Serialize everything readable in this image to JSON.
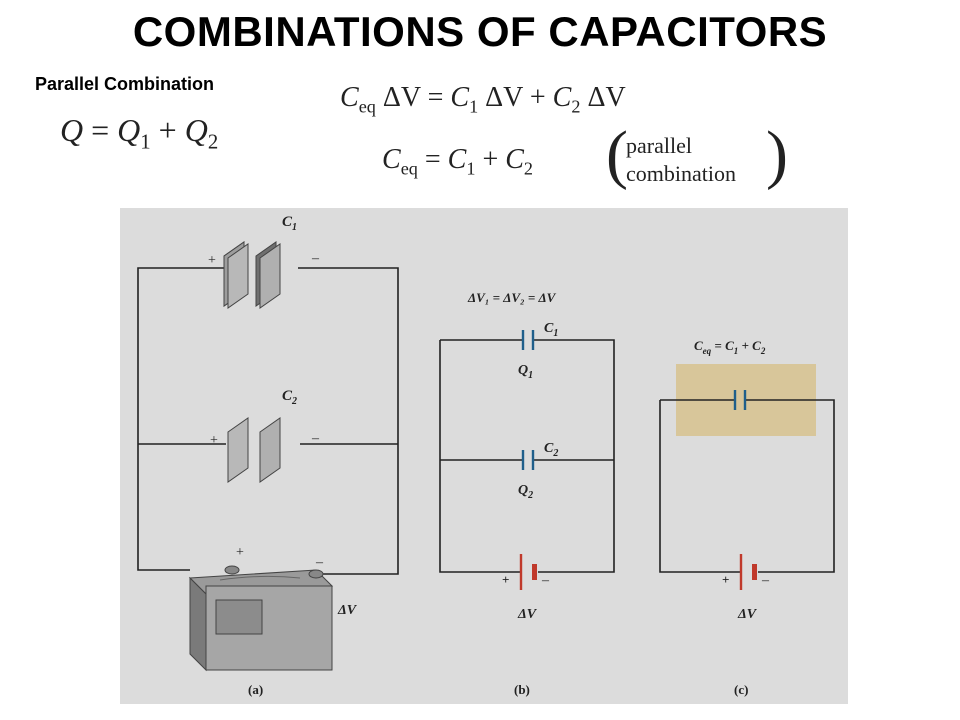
{
  "title": "COMBINATIONS OF CAPACITORS",
  "subtitle": "Parallel Combination",
  "equations": {
    "charge": {
      "lhs": "Q",
      "eq": " = ",
      "q1": "Q",
      "q1sub": "1",
      "plus": " + ",
      "q2": "Q",
      "q2sub": "2"
    },
    "voltage": {
      "ceq": "C",
      "ceqsub": "eq",
      "dv1": " ΔV = ",
      "c1": "C",
      "c1sub": "1",
      "dv2": " ΔV + ",
      "c2": "C",
      "c2sub": "2",
      "dv3": " ΔV"
    },
    "ceq": {
      "ceq": "C",
      "ceqsub": "eq",
      "eq": " = ",
      "c1": "C",
      "c1sub": "1",
      "plus": " + ",
      "c2": "C",
      "c2sub": "2"
    },
    "note_line1": "parallel",
    "note_line2": "combination"
  },
  "figure": {
    "panel_a": {
      "c1_label": "C",
      "c1_sub": "1",
      "c2_label": "C",
      "c2_sub": "2",
      "plus": "+",
      "minus": "–",
      "dv": "ΔV",
      "caption": "(a)"
    },
    "panel_b": {
      "equal_voltages": "ΔV₁ = ΔV₂ = ΔV",
      "c1_label": "C",
      "c1_sub": "1",
      "q1_label": "Q",
      "q1_sub": "1",
      "c2_label": "C",
      "c2_sub": "2",
      "q2_label": "Q",
      "q2_sub": "2",
      "plus": "+",
      "minus": "–",
      "dv": "ΔV",
      "caption": "(b)"
    },
    "panel_c": {
      "ceq_formula": "C",
      "ceq_sub": "eq",
      "ceq_rest": " = C",
      "c1_sub": "1",
      "plus_c": " + C",
      "c2_sub": "2",
      "plus": "+",
      "minus": "–",
      "dv": "ΔV",
      "caption": "(c)"
    },
    "colors": {
      "background": "#dcdcdc",
      "wire": "#222222",
      "capacitor": "#1f5f8b",
      "battery_long": "#c0392b",
      "battery_short": "#c0392b",
      "highlight": "#d8c69a"
    }
  }
}
